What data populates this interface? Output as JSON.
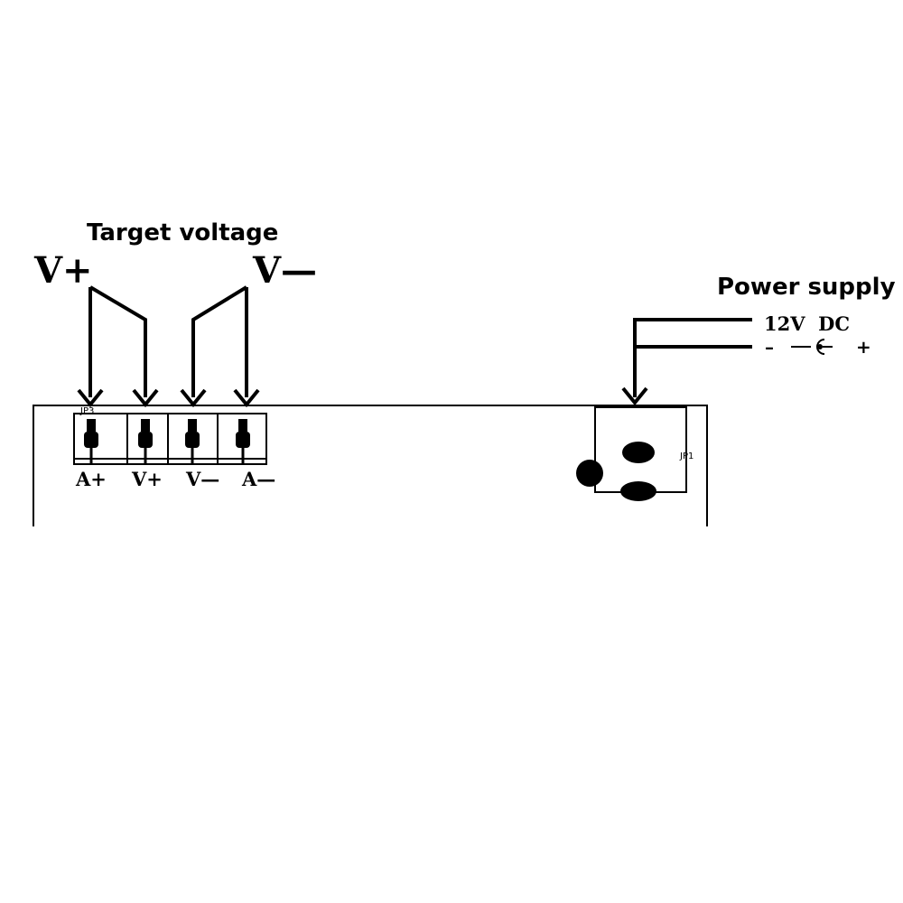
{
  "target_voltage": {
    "title": "Target voltage",
    "positive": "V+",
    "negative": "V—"
  },
  "power_supply": {
    "title": "Power supply",
    "rating": "12V  DC",
    "polarity_negative": "–",
    "polarity_positive": "+",
    "connector_id": "JP1"
  },
  "terminal_block": {
    "connector_id": "JP3",
    "terminals": [
      "A+",
      "V+",
      "V—",
      "A—"
    ]
  },
  "colors": {
    "line": "#000000",
    "background": "#ffffff"
  }
}
